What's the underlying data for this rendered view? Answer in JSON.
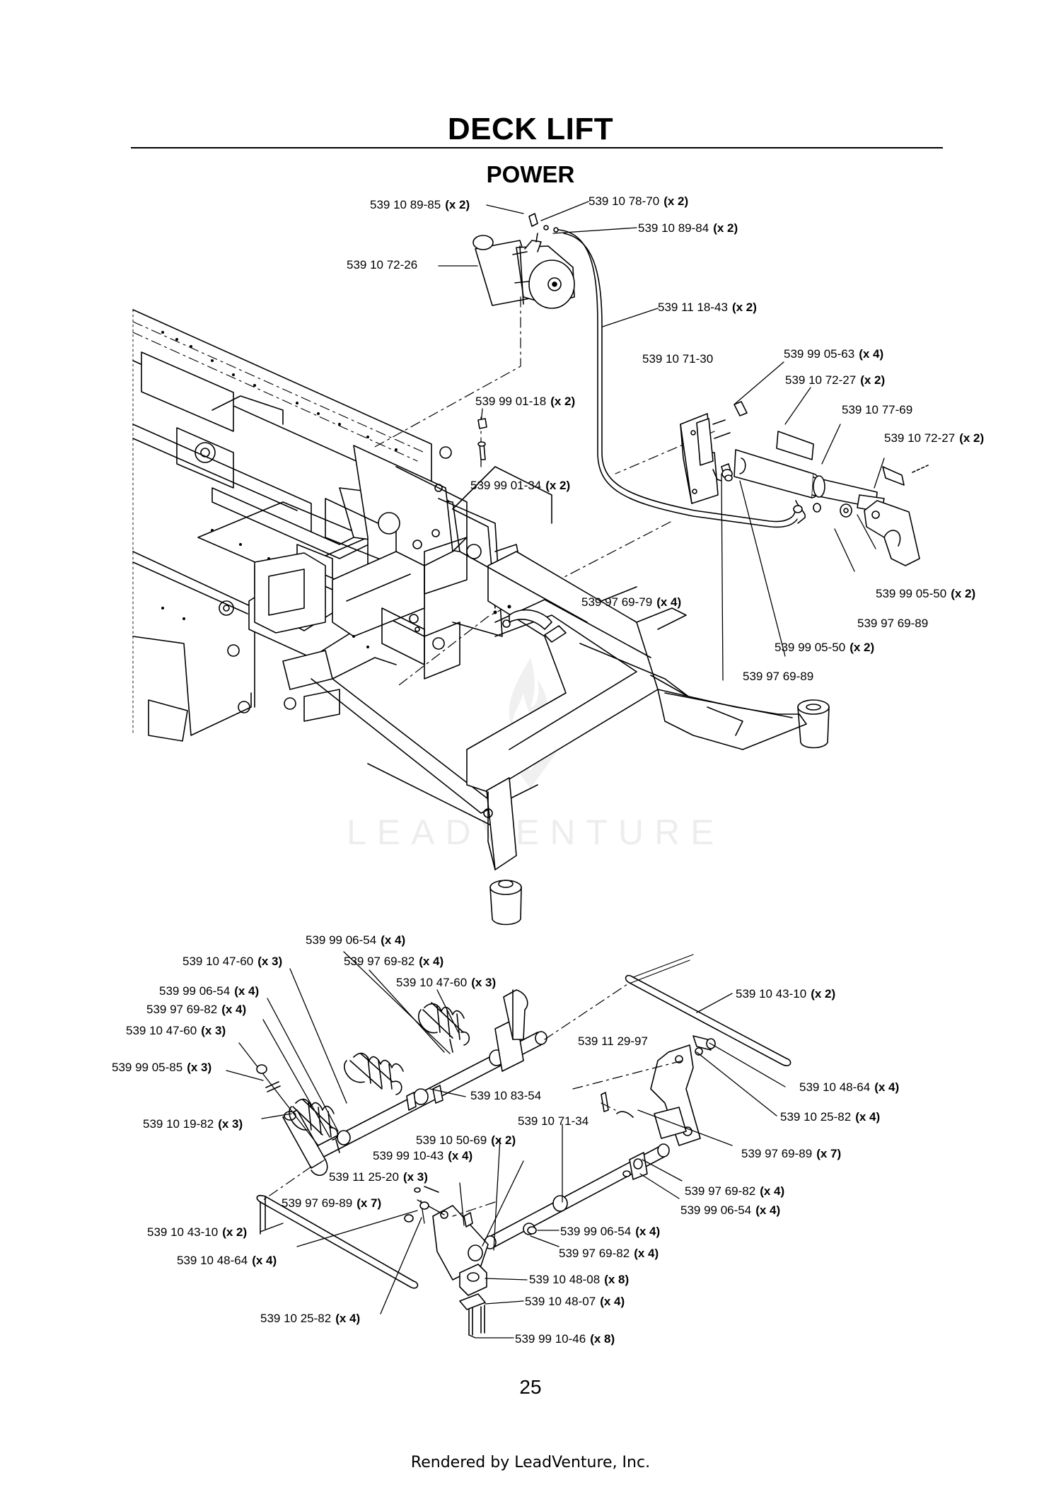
{
  "header": {
    "title": "DECK LIFT",
    "subtitle": "POWER"
  },
  "page_number": "25",
  "footer": "Rendered by LeadVenture, Inc.",
  "watermark": "LEADVENTURE",
  "callouts": [
    {
      "part": "539 10 89-85",
      "qty": "(x 2)"
    },
    {
      "part": "539 10 78-70",
      "qty": "(x 2)"
    },
    {
      "part": "539 10 89-84",
      "qty": "(x 2)"
    },
    {
      "part": "539 10 72-26",
      "qty": ""
    },
    {
      "part": "539 11 18-43",
      "qty": "(x 2)"
    },
    {
      "part": "539 10 71-30",
      "qty": ""
    },
    {
      "part": "539 99 05-63",
      "qty": "(x 4)"
    },
    {
      "part": "539 10 72-27",
      "qty": "(x 2)"
    },
    {
      "part": "539 10 77-69",
      "qty": ""
    },
    {
      "part": "539 10 72-27",
      "qty": "(x 2)"
    },
    {
      "part": "539 99 01-18",
      "qty": "(x 2)"
    },
    {
      "part": "539 99 01-34",
      "qty": "(x 2)"
    },
    {
      "part": "539 97 69-79",
      "qty": "(x 4)"
    },
    {
      "part": "539 99 05-50",
      "qty": "(x 2)"
    },
    {
      "part": "539 97 69-89",
      "qty": ""
    },
    {
      "part": "539 99 05-50",
      "qty": "(x 2)"
    },
    {
      "part": "539 97 69-89",
      "qty": ""
    },
    {
      "part": "539 99 06-54",
      "qty": "(x 4)"
    },
    {
      "part": "539 10 47-60",
      "qty": "(x 3)"
    },
    {
      "part": "539 97 69-82",
      "qty": "(x 4)"
    },
    {
      "part": "539 10 47-60",
      "qty": "(x 3)"
    },
    {
      "part": "539 10 43-10",
      "qty": "(x 2)"
    },
    {
      "part": "539 99 06-54",
      "qty": "(x 4)"
    },
    {
      "part": "539 97 69-82",
      "qty": "(x 4)"
    },
    {
      "part": "539 10 47-60",
      "qty": "(x 3)"
    },
    {
      "part": "539 11 29-97",
      "qty": ""
    },
    {
      "part": "539 99 05-85",
      "qty": "(x 3)"
    },
    {
      "part": "539 10 48-64",
      "qty": "(x 4)"
    },
    {
      "part": "539 10 83-54",
      "qty": ""
    },
    {
      "part": "539 10 25-82",
      "qty": "(x 4)"
    },
    {
      "part": "539 10 19-82",
      "qty": "(x 3)"
    },
    {
      "part": "539 10 71-34",
      "qty": ""
    },
    {
      "part": "539 10 50-69",
      "qty": "(x 2)"
    },
    {
      "part": "539 97 69-89",
      "qty": "(x 7)"
    },
    {
      "part": "539 99 10-43",
      "qty": "(x 4)"
    },
    {
      "part": "539 11 25-20",
      "qty": "(x 3)"
    },
    {
      "part": "539 97 69-82",
      "qty": "(x 4)"
    },
    {
      "part": "539 97 69-89",
      "qty": "(x 7)"
    },
    {
      "part": "539 99 06-54",
      "qty": "(x 4)"
    },
    {
      "part": "539 10 43-10",
      "qty": "(x 2)"
    },
    {
      "part": "539 99 06-54",
      "qty": "(x 4)"
    },
    {
      "part": "539 10 48-64",
      "qty": "(x 4)"
    },
    {
      "part": "539 97 69-82",
      "qty": "(x 4)"
    },
    {
      "part": "539 10 48-08",
      "qty": "(x 8)"
    },
    {
      "part": "539 10 48-07",
      "qty": "(x 4)"
    },
    {
      "part": "539 10 25-82",
      "qty": "(x 4)"
    },
    {
      "part": "539 99 10-46",
      "qty": "(x 8)"
    }
  ]
}
